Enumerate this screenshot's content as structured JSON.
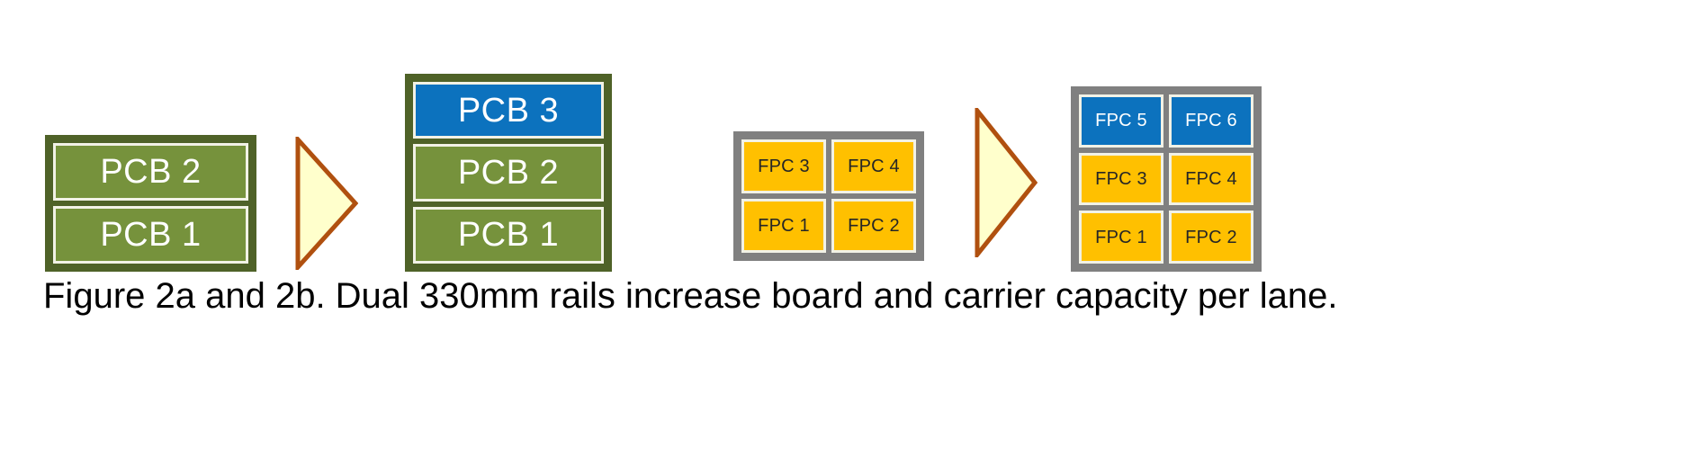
{
  "figure": {
    "caption": "Figure 2a and 2b. Dual 330mm rails increase board and carrier capacity per lane.",
    "colors": {
      "rail_frame_green": "#4F6228",
      "board_green": "#76923C",
      "board_blue": "#0C72BE",
      "carrier_frame_gray": "#808080",
      "carrier_amber": "#FFC000",
      "slot_border": "#F2F2E6",
      "arrow_fill": "#FFFFCC",
      "arrow_stroke": "#B0500F",
      "caption_text": "#000000",
      "background": "#FFFFFF"
    }
  },
  "groups": [
    {
      "id": "pcb-rail-single",
      "type": "pcb-rail",
      "frame_color": "green",
      "rows": [
        {
          "cells": [
            {
              "label": "PCB 2",
              "color": "green"
            }
          ]
        },
        {
          "cells": [
            {
              "label": "PCB 1",
              "color": "green"
            }
          ]
        }
      ]
    },
    {
      "id": "pcb-rail-dual",
      "type": "pcb-rail",
      "frame_color": "green",
      "rows": [
        {
          "cells": [
            {
              "label": "PCB 3",
              "color": "blue"
            }
          ]
        },
        {
          "cells": [
            {
              "label": "PCB 2",
              "color": "green"
            }
          ]
        },
        {
          "cells": [
            {
              "label": "PCB 1",
              "color": "green"
            }
          ]
        }
      ]
    },
    {
      "id": "fpc-carrier-single",
      "type": "fpc-carrier",
      "frame_color": "gray",
      "rows": [
        {
          "cells": [
            {
              "label": "FPC 3",
              "color": "amber"
            },
            {
              "label": "FPC 4",
              "color": "amber"
            }
          ]
        },
        {
          "cells": [
            {
              "label": "FPC 1",
              "color": "amber"
            },
            {
              "label": "FPC 2",
              "color": "amber"
            }
          ]
        }
      ]
    },
    {
      "id": "fpc-carrier-dual",
      "type": "fpc-carrier",
      "frame_color": "gray",
      "rows": [
        {
          "cells": [
            {
              "label": "FPC 5",
              "color": "blue"
            },
            {
              "label": "FPC 6",
              "color": "blue"
            }
          ]
        },
        {
          "cells": [
            {
              "label": "FPC 3",
              "color": "amber"
            },
            {
              "label": "FPC 4",
              "color": "amber"
            }
          ]
        },
        {
          "cells": [
            {
              "label": "FPC 1",
              "color": "amber"
            },
            {
              "label": "FPC 2",
              "color": "amber"
            }
          ]
        }
      ]
    }
  ],
  "arrows": [
    {
      "id": "arrow-pcb",
      "direction": "right"
    },
    {
      "id": "arrow-fpc",
      "direction": "right"
    }
  ]
}
